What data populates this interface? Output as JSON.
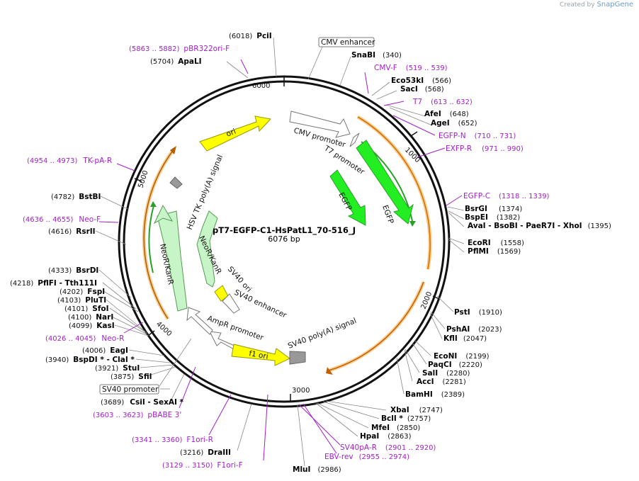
{
  "credit": {
    "prefix": "Created by",
    "brand": "SnapGene"
  },
  "plasmid": {
    "name": "pT7-EGFP-C1-HsPatL1_70-516_J",
    "size_label": "6076 bp"
  },
  "ticks": [
    "1000",
    "2000",
    "3000",
    "4000",
    "5000",
    "6000"
  ],
  "enzymes": [
    {
      "pos": "(6018)",
      "name": "PciI"
    },
    {
      "pos": "(5704)",
      "name": "ApaLI"
    },
    {
      "pos": "(340)",
      "name": "SnaBI"
    },
    {
      "pos": "(566)",
      "name": "Eco53kI"
    },
    {
      "pos": "(568)",
      "name": "SacI"
    },
    {
      "pos": "(648)",
      "name": "AfeI"
    },
    {
      "pos": "(652)",
      "name": "AgeI"
    },
    {
      "pos": "(1374)",
      "name": "BsrGI"
    },
    {
      "pos": "(1382)",
      "name": "BspEI"
    },
    {
      "pos": "(1395)",
      "name": "AvaI - BsoBI - PaeR7I - XhoI"
    },
    {
      "pos": "(1558)",
      "name": "EcoRI"
    },
    {
      "pos": "(1569)",
      "name": "PflMI"
    },
    {
      "pos": "(1910)",
      "name": "PstI"
    },
    {
      "pos": "(2023)",
      "name": "PshAI"
    },
    {
      "pos": "(2047)",
      "name": "KflI"
    },
    {
      "pos": "(2199)",
      "name": "EcoNI"
    },
    {
      "pos": "(2220)",
      "name": "PaqCI"
    },
    {
      "pos": "(2280)",
      "name": "SalI"
    },
    {
      "pos": "(2281)",
      "name": "AccI"
    },
    {
      "pos": "(2389)",
      "name": "BamHI"
    },
    {
      "pos": "(2747)",
      "name": "XbaI"
    },
    {
      "pos": "(2757)",
      "name": "BclI *"
    },
    {
      "pos": "(2850)",
      "name": "MfeI"
    },
    {
      "pos": "(2863)",
      "name": "HpaI"
    },
    {
      "pos": "(2986)",
      "name": "MluI"
    },
    {
      "pos": "(3216)",
      "name": "DraIII"
    },
    {
      "pos": "(3689)",
      "name": "CsiI - SexAI *"
    },
    {
      "pos": "(3875)",
      "name": "SfiI"
    },
    {
      "pos": "(3921)",
      "name": "StuI"
    },
    {
      "pos": "(3940)",
      "name": "BspDI * - ClaI *"
    },
    {
      "pos": "(4006)",
      "name": "EagI"
    },
    {
      "pos": "(4099)",
      "name": "KasI"
    },
    {
      "pos": "(4100)",
      "name": "NarI"
    },
    {
      "pos": "(4101)",
      "name": "SfoI"
    },
    {
      "pos": "(4103)",
      "name": "PluTI"
    },
    {
      "pos": "(4202)",
      "name": "FspI"
    },
    {
      "pos": "(4218)",
      "name": "PflFI - Tth111I"
    },
    {
      "pos": "(4333)",
      "name": "BsrDI"
    },
    {
      "pos": "(4616)",
      "name": "RsrII"
    },
    {
      "pos": "(4782)",
      "name": "BstBI"
    }
  ],
  "primers": [
    {
      "name": "pBR322ori-F",
      "range": "(5863 .. 5882)"
    },
    {
      "name": "CMV-F",
      "range": "(519 .. 539)"
    },
    {
      "name": "T7",
      "range": "(613 .. 632)"
    },
    {
      "name": "EGFP-N",
      "range": "(710 .. 731)"
    },
    {
      "name": "EXFP-R",
      "range": "(971 .. 990)"
    },
    {
      "name": "EGFP-C",
      "range": "(1318 .. 1339)"
    },
    {
      "name": "TK-pA-R",
      "range": "(4954 .. 4973)"
    },
    {
      "name": "Neo-F",
      "range": "(4636 .. 4655)"
    },
    {
      "name": "Neo-R",
      "range": "(4026 .. 4045)"
    },
    {
      "name": "pBABE 3'",
      "range": "(3603 .. 3623)"
    },
    {
      "name": "F1ori-R",
      "range": "(3341 .. 3360)"
    },
    {
      "name": "F1ori-F",
      "range": "(3129 .. 3150)"
    },
    {
      "name": "EBV-rev",
      "range": "(2955 .. 2974)"
    },
    {
      "name": "SV40pA-R",
      "range": "(2901 .. 2920)"
    }
  ],
  "boxed_labels": [
    "CMV enhancer",
    "SV40 promoter"
  ],
  "features": {
    "cmv_promoter": "CMV promoter",
    "t7_promoter": "T7 promoter",
    "egfp_inner": "EGFP",
    "egfp_outer": "EGFP",
    "ori": "ori",
    "hsv_tk": "HSV TK poly(A) signal",
    "neokan_outer": "NeoR/KanR",
    "neokan_inner": "NeoR/KanR",
    "sv40_ori": "SV40 ori",
    "sv40_enh": "SV40 enhancer",
    "ampr_prom": "AmpR promoter",
    "f1_ori": "f1 ori",
    "sv40_polya": "SV40 poly(A) signal"
  },
  "colors": {
    "primer": "#a020c8",
    "gfp": "#22ee22",
    "ori": "#ffff00",
    "neo": "#c8f5c8",
    "orf": "#f0a030",
    "orf_arrow": "#28a028",
    "gray": "#999999"
  }
}
